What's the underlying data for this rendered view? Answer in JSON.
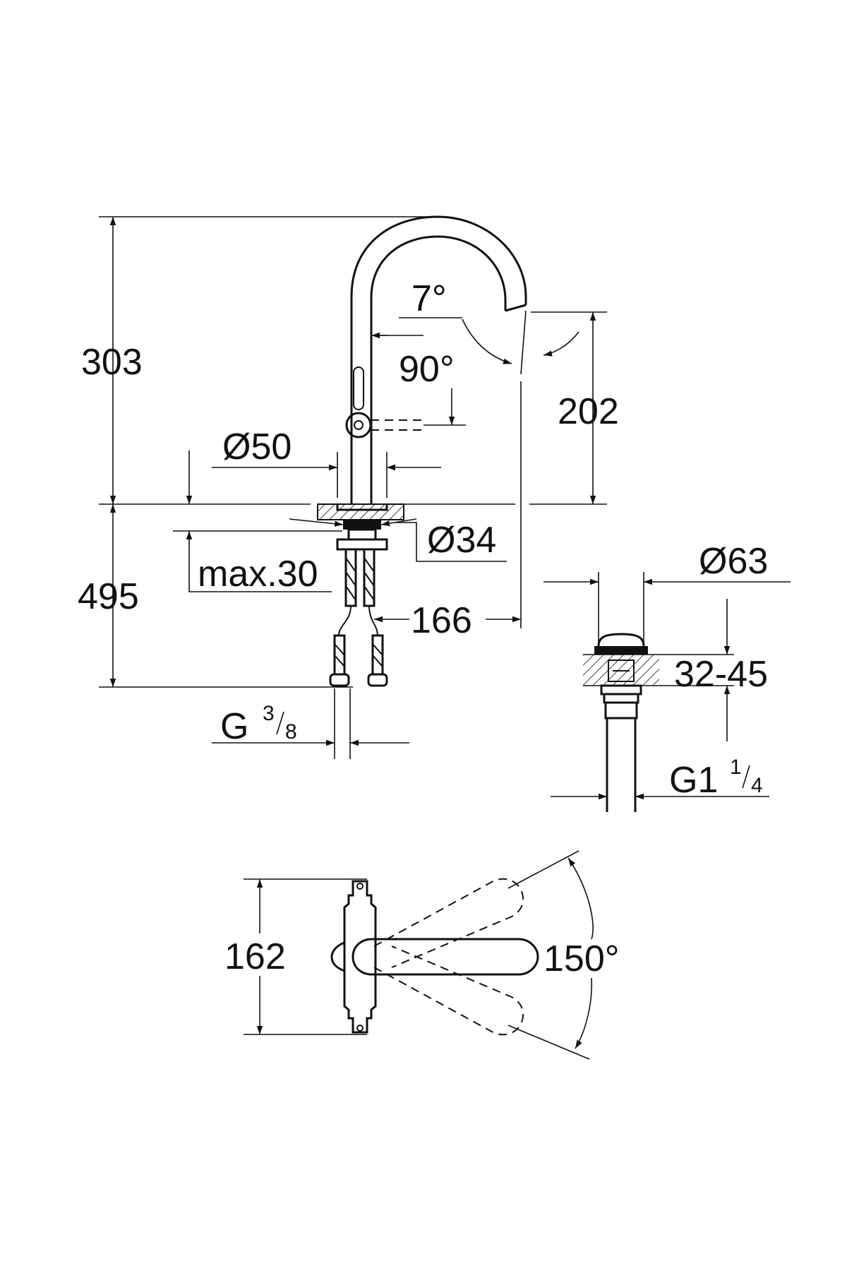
{
  "diagram": {
    "side_view": {
      "total_height": "303",
      "spout_height": "202",
      "spout_angle": "7°",
      "lever_angle": "90°",
      "base_diameter": "Ø50",
      "shank_diameter": "Ø34",
      "max_thickness": "max.30",
      "depth_below_counter": "495",
      "spout_reach": "166",
      "connection_main": "G",
      "connection_num": "3",
      "connection_den": "8"
    },
    "waste_view": {
      "head_diameter": "Ø63",
      "thickness_range": "32-45",
      "thread_main": "G1",
      "thread_num": "1",
      "thread_den": "4"
    },
    "top_view": {
      "width": "162",
      "swivel_angle": "150°"
    }
  }
}
